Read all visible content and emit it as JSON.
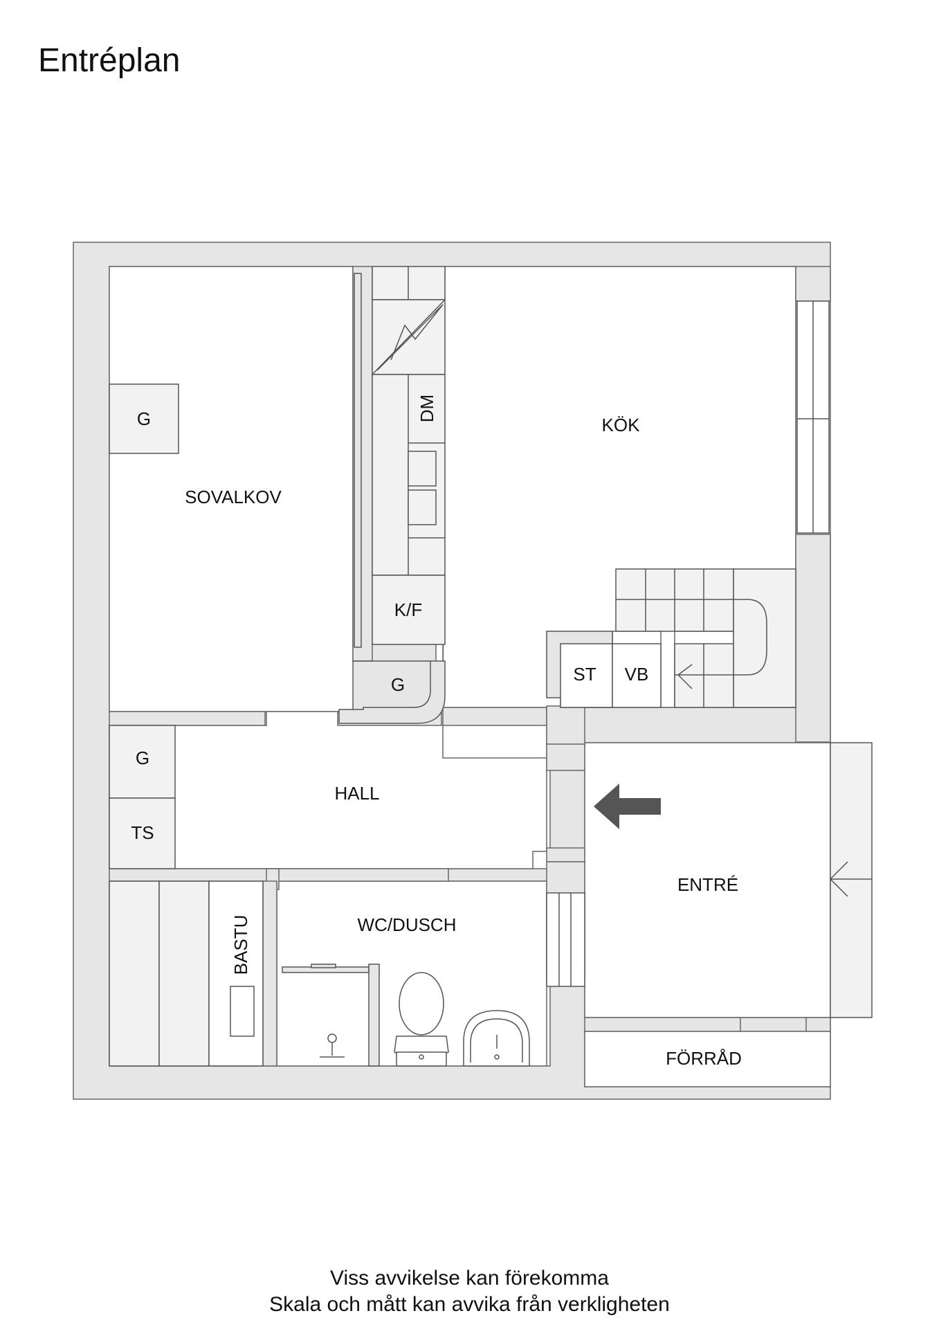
{
  "title": "Entréplan",
  "rooms": {
    "sovalkov": "SOVALKOV",
    "kok": "KÖK",
    "hall": "HALL",
    "wc_dusch": "WC/DUSCH",
    "entre": "ENTRÉ",
    "forrad": "FÖRRÅD",
    "bastu": "BASTU"
  },
  "fixtures": {
    "g_sovalkov": "G",
    "g_hall_closet": "G",
    "g_hall_left": "G",
    "ts": "TS",
    "dm": "DM",
    "kf": "K/F",
    "st": "ST",
    "vb": "VB"
  },
  "disclaimer": {
    "line1": "Viss avvikelse kan förekomma",
    "line2": "Skala och mått kan avvika från verkligheten"
  },
  "colors": {
    "wall": "#e6e6e6",
    "line": "#555555",
    "arrow": "#555555"
  }
}
